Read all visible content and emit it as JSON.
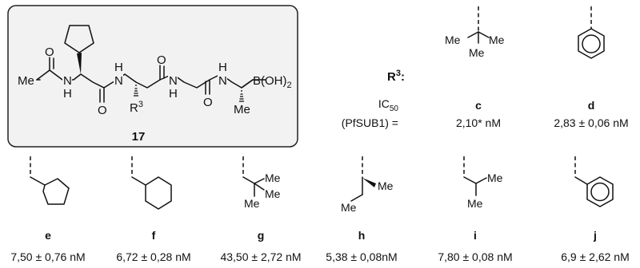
{
  "compound": {
    "number": "17",
    "atoms": {
      "me": "Me",
      "n": "N",
      "h": "H",
      "o": "O",
      "r_base": "R",
      "r_sup": "3",
      "boron": "B(OH)",
      "boron_sub": "2"
    }
  },
  "r3_label": {
    "base": "R",
    "sup": "3",
    "colon": ":"
  },
  "ic50_label": {
    "line1_base": "IC",
    "line1_sub": "50",
    "line2": "(PfSUB1) ="
  },
  "substituents": [
    {
      "id": "c",
      "label": "c",
      "value": "2,10* nM",
      "atoms": [
        "Me",
        "Me",
        "Me"
      ]
    },
    {
      "id": "d",
      "label": "d",
      "value": "2,83 ± 0,06 nM",
      "atoms": []
    },
    {
      "id": "e",
      "label": "e",
      "value": "7,50 ± 0,76 nM",
      "atoms": []
    },
    {
      "id": "f",
      "label": "f",
      "value": "6,72 ± 0,28 nM",
      "atoms": []
    },
    {
      "id": "g",
      "label": "g",
      "value": "43,50 ± 2,72 nM",
      "atoms": [
        "Me",
        "Me",
        "Me"
      ]
    },
    {
      "id": "h",
      "label": "h",
      "value": "5,38 ± 0,08nM",
      "atoms": [
        "Me",
        "Me"
      ]
    },
    {
      "id": "i",
      "label": "i",
      "value": "7,80 ± 0,08 nM",
      "atoms": [
        "Me",
        "Me"
      ]
    },
    {
      "id": "j",
      "label": "j",
      "value": "6,9 ± 2,62 nM",
      "atoms": []
    }
  ],
  "colors": {
    "ink": "#111111",
    "box_fill": "#f2f2f2",
    "box_stroke": "#222222"
  }
}
